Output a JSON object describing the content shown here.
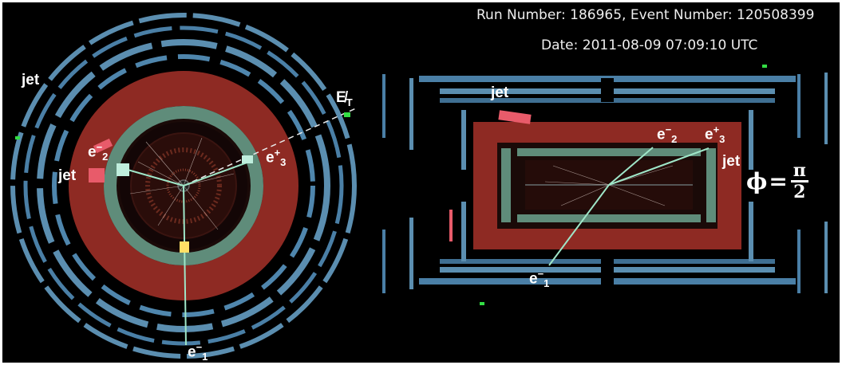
{
  "header": {
    "run_event": "Run Number: 186965, Event Number: 120508399",
    "date": "Date: 2011-08-09 07:09:10 UTC"
  },
  "labels": {
    "jet": "jet",
    "met": "E̸",
    "met_sub": "T",
    "e": "e",
    "e1_sub": "1",
    "e1_sup": "−",
    "e2_sub": "2",
    "e2_sup": "−",
    "e3_sub": "3",
    "e3_sup": "+",
    "phi": "ϕ",
    "eq": "=",
    "pi": "π",
    "two": "2"
  },
  "colors": {
    "background": "#000000",
    "calorimeter_red": "#8e2a23",
    "tracker_green": "#5f8c7a",
    "muon_blue": "#4a7fa6",
    "track": "#9fe6c8",
    "text": "#ffffff"
  }
}
